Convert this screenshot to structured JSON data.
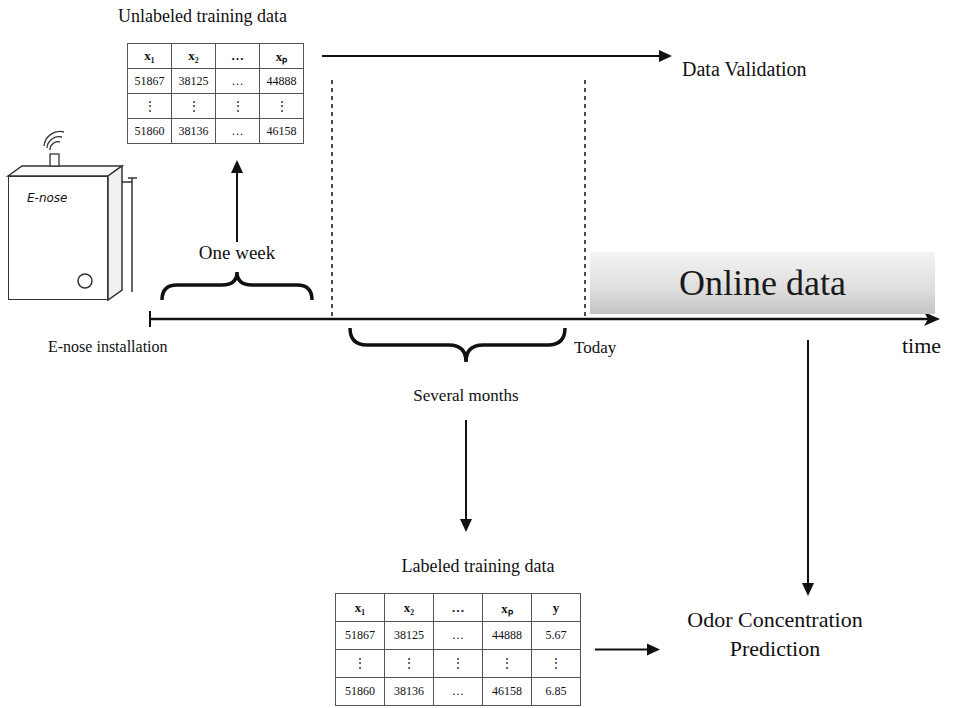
{
  "diagram": {
    "nodes": [
      {
        "text": [
          "E-nose"
        ]
      },
      {
        "text": [
          "Unlabeled training data",
          "x₁",
          "x₂",
          "…",
          "xₚ",
          "51867",
          "38125",
          "…",
          "44888",
          "⋮",
          "⋮",
          "⋮",
          "⋮",
          "51860",
          "38136",
          "…",
          "46158"
        ]
      },
      {
        "text": [
          "Data Validation"
        ]
      },
      {
        "text": [
          "Online data"
        ]
      },
      {
        "text": [
          "Labeled training data",
          "x₁",
          "x₂",
          "…",
          "xₚ",
          "y",
          "51867",
          "38125",
          "…",
          "44888",
          "5.67",
          "⋮",
          "⋮",
          "⋮",
          "⋮",
          "⋮",
          "51860",
          "38136",
          "…",
          "46158",
          "6.85"
        ]
      },
      {
        "text": [
          "Odor Concentration Prediction"
        ]
      }
    ],
    "edges": [
      {
        "from": 1,
        "to": 2,
        "arrow": "to"
      },
      {
        "from": 4,
        "to": 5,
        "arrow": "to"
      },
      {
        "from": 3,
        "to": 5,
        "arrow": "to"
      }
    ],
    "labels": [
      "One week",
      "E-nose installation",
      "Several months",
      "Today",
      "time"
    ]
  }
}
